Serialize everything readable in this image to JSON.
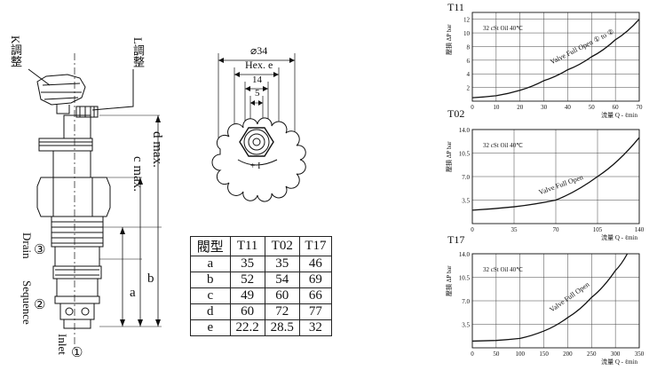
{
  "labels": {
    "k_adjust": "K調整",
    "l_adjust": "L調整",
    "d_max": "d max.",
    "c_max": "c max.",
    "b": "b",
    "a": "a",
    "drain": "Drain",
    "drain_num": "③",
    "sequence": "Sequence",
    "sequence_num": "②",
    "inlet": "Inlet",
    "inlet_num": "①"
  },
  "top_view": {
    "diameter": "⌀34",
    "hex": "Hex. e",
    "dim14": "14",
    "dim5": "5",
    "sign": "+ I"
  },
  "table": {
    "header": [
      "閥型",
      "T11",
      "T02",
      "T17"
    ],
    "rows": [
      [
        "a",
        "35",
        "35",
        "46"
      ],
      [
        "b",
        "52",
        "54",
        "69"
      ],
      [
        "c",
        "49",
        "60",
        "66"
      ],
      [
        "d",
        "60",
        "72",
        "77"
      ],
      [
        "e",
        "22.2",
        "28.5",
        "32"
      ]
    ]
  },
  "chart_data": [
    {
      "type": "line",
      "title": "T11",
      "annotation": "32 cSt Oil 40℃",
      "series": [
        {
          "name": "Valve Full Open ① to ②",
          "x": [
            0,
            10,
            20,
            30,
            40,
            50,
            60,
            70
          ],
          "y": [
            0.5,
            0.8,
            1.6,
            3.0,
            4.6,
            6.5,
            9.0,
            12.0
          ]
        }
      ],
      "xlabel": "流量 Q - ℓmin",
      "ylabel": "壓損 ΔP bar",
      "xticks": [
        "0",
        "10",
        "20",
        "30",
        "40",
        "50",
        "60",
        "70"
      ],
      "yticks": [
        "2",
        "4",
        "6",
        "8",
        "10",
        "12"
      ],
      "xlim": [
        0,
        70
      ],
      "ylim": [
        0,
        13
      ],
      "grid": true
    },
    {
      "type": "line",
      "title": "T02",
      "annotation": "32 cSt Oil 40℃",
      "series": [
        {
          "name": "Valve Full Open",
          "x": [
            0,
            35,
            70,
            105,
            140
          ],
          "y": [
            2.0,
            2.5,
            3.5,
            7.0,
            12.8
          ]
        }
      ],
      "xlabel": "流量 Q - ℓmin",
      "ylabel": "壓損 ΔP bar",
      "xticks": [
        "0",
        "35",
        "70",
        "105",
        "140"
      ],
      "yticks": [
        "3.5",
        "7.0",
        "10.5",
        "14.0"
      ],
      "xlim": [
        0,
        140
      ],
      "ylim": [
        0,
        14
      ],
      "grid": true
    },
    {
      "type": "line",
      "title": "T17",
      "annotation": "32 cSt Oil 40℃",
      "series": [
        {
          "name": "Valve Full Open",
          "x": [
            0,
            50,
            100,
            150,
            200,
            250,
            300,
            325
          ],
          "y": [
            1.0,
            1.1,
            1.4,
            2.5,
            4.5,
            7.5,
            11.5,
            14.0
          ]
        }
      ],
      "xlabel": "流量 Q - ℓmin",
      "ylabel": "壓損 ΔP bar",
      "xticks": [
        "0",
        "50",
        "100",
        "150",
        "200",
        "250",
        "300",
        "350"
      ],
      "yticks": [
        "3.5",
        "7.0",
        "10.5",
        "14.0"
      ],
      "xlim": [
        0,
        350
      ],
      "ylim": [
        0,
        14
      ],
      "grid": true
    }
  ]
}
